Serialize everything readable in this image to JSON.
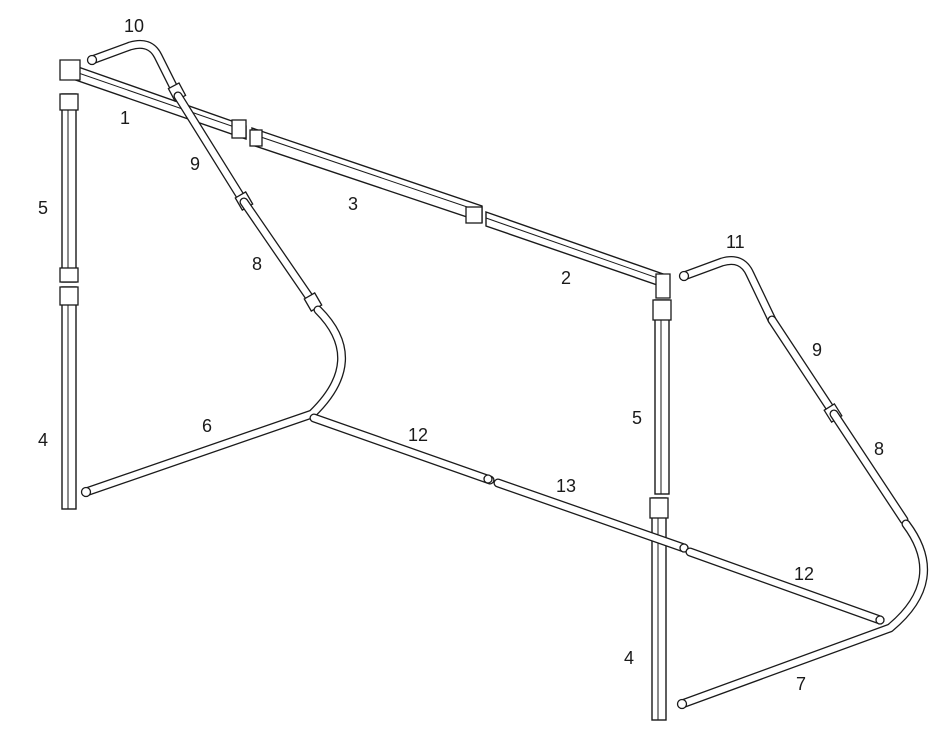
{
  "labels": {
    "part_10_top_left_bend": "10",
    "part_1_crossbar_left": "1",
    "part_9_left_stay_upper": "9",
    "part_5_left_post_upper": "5",
    "part_8_left_stay_lower": "8",
    "part_3_crossbar_middle": "3",
    "part_2_crossbar_right": "2",
    "part_11_top_right_bend": "11",
    "part_9_right_stay_upper": "9",
    "part_5_right_post_upper": "5",
    "part_8_right_stay_lower": "8",
    "part_4_left_post_lower": "4",
    "part_6_left_base_tube": "6",
    "part_12_back_tube_left": "12",
    "part_13_back_tube_middle": "13",
    "part_12_back_tube_right": "12",
    "part_4_right_post_lower": "4",
    "part_7_right_base_tube": "7"
  }
}
